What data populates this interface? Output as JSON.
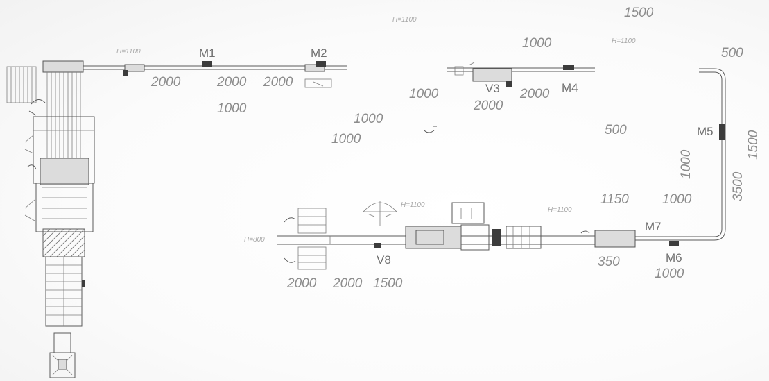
{
  "height_labels": [
    {
      "id": "h-top-left",
      "text": "H=1100"
    },
    {
      "id": "h-top-center",
      "text": "H=1100"
    },
    {
      "id": "h-top-right",
      "text": "H=1100"
    },
    {
      "id": "h-v8-turn",
      "text": "H=1100"
    },
    {
      "id": "h-mid",
      "text": "H=1100"
    },
    {
      "id": "h-left-end",
      "text": "H=800"
    }
  ],
  "machines": [
    {
      "id": "M1",
      "label": "M1"
    },
    {
      "id": "M2",
      "label": "M2"
    },
    {
      "id": "V3",
      "label": "V3"
    },
    {
      "id": "M4",
      "label": "M4"
    },
    {
      "id": "M5",
      "label": "M5"
    },
    {
      "id": "M6",
      "label": "M6"
    },
    {
      "id": "M7",
      "label": "M7"
    },
    {
      "id": "V8",
      "label": "V8"
    }
  ],
  "dimensions": [
    {
      "id": "d-2000-a",
      "text": "2000"
    },
    {
      "id": "d-2000-b",
      "text": "2000"
    },
    {
      "id": "d-2000-c",
      "text": "2000"
    },
    {
      "id": "d-1000-a",
      "text": "1000"
    },
    {
      "id": "d-1000-b",
      "text": "1000"
    },
    {
      "id": "d-1000-c",
      "text": "1000"
    },
    {
      "id": "d-1000-d",
      "text": "1000"
    },
    {
      "id": "d-2000-v3",
      "text": "2000"
    },
    {
      "id": "d-2000-m4",
      "text": "2000"
    },
    {
      "id": "d-1000-top",
      "text": "1000"
    },
    {
      "id": "d-1500-top",
      "text": "1500"
    },
    {
      "id": "d-500-top",
      "text": "500"
    },
    {
      "id": "d-500-mid",
      "text": "500"
    },
    {
      "id": "d-1500-right",
      "text": "1500"
    },
    {
      "id": "d-3500",
      "text": "3500"
    },
    {
      "id": "d-1000-vert",
      "text": "1000"
    },
    {
      "id": "d-1150",
      "text": "1150"
    },
    {
      "id": "d-1000-m7",
      "text": "1000"
    },
    {
      "id": "d-350",
      "text": "350"
    },
    {
      "id": "d-1000-m6",
      "text": "1000"
    },
    {
      "id": "d-2000-v8a",
      "text": "2000"
    },
    {
      "id": "d-2000-v8b",
      "text": "2000"
    },
    {
      "id": "d-1500-v8",
      "text": "1500"
    }
  ]
}
